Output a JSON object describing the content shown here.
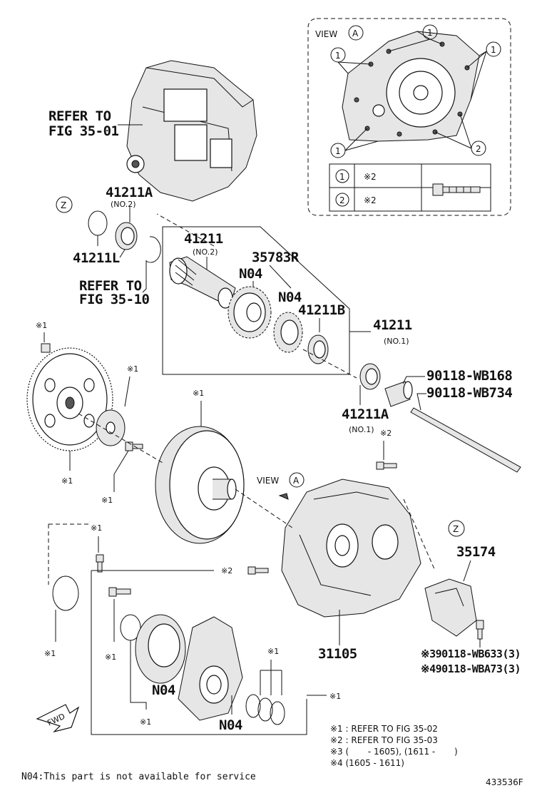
{
  "labels": {
    "refer_fig_35_01_a": "REFER TO",
    "refer_fig_35_01_b": "FIG 35-01",
    "p41211A_top": "41211A",
    "p41211A_top_sub": "(NO.2)",
    "circle_z": "Z",
    "p41211L": "41211L",
    "refer_fig_35_10_a": "REFER TO",
    "refer_fig_35_10_b": "FIG 35-10",
    "p41211_no2": "41211",
    "p41211_no2_sub": "(NO.2)",
    "p35783R": "35783R",
    "n04_a": "N04",
    "n04_b": "N04",
    "p41211B": "41211B",
    "p41211_no1": "41211",
    "p41211_no1_sub": "(NO.1)",
    "p90118_WB168": "90118-WB168",
    "p90118_WB734": "90118-WB734",
    "p41211A_bot": "41211A",
    "p41211A_bot_sub": "(NO.1)",
    "mark1": "※1",
    "mark2": "※2",
    "view_a": "VIEW",
    "circle_a": "A",
    "p35174": "35174",
    "p31105": "31105",
    "wb633": "※390118-WB633(3)",
    "wba73": "※490118-WBA73(3)",
    "n04_c": "N04",
    "n04_d": "N04",
    "fwd": "FWD"
  },
  "view_box": {
    "title": "VIEW",
    "circle": "A",
    "callout_1": "1",
    "callout_2": "2",
    "table": [
      {
        "num": "1",
        "mark": "※2"
      },
      {
        "num": "2",
        "mark": "※2"
      }
    ]
  },
  "notes": [
    "※1 : REFER TO FIG 35-02",
    "※2 : REFER TO FIG 35-03",
    "※3 (       - 1605), (1611 -       )",
    "※4 (1605 - 1611)"
  ],
  "footer": "N04:This part is not available for service",
  "ref_number": "433536F"
}
